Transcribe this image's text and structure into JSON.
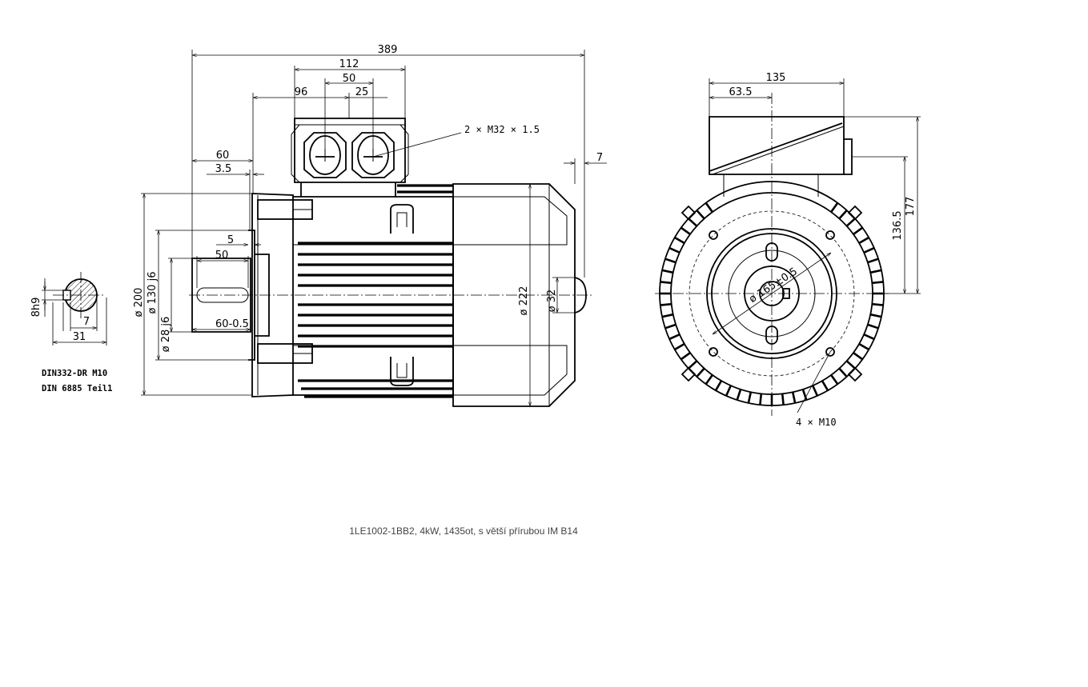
{
  "caption": "1LE1002-1BB2, 4kW, 1435ot, s větší přírubou IM B14",
  "dimensions": {
    "overall_length": "389",
    "terminal_box_width": "112",
    "gland_spacing": "50",
    "gland_offset": "25",
    "box_position": "96",
    "shaft_length": "60",
    "flange_thickness": "3.5",
    "spigot": "5",
    "key_length": "50",
    "shaft_tol": "60-0.5",
    "rear_cap": "7",
    "flange_dia": "ø 200",
    "spigot_dia": "ø 130 j6",
    "shaft_dia": "ø 28 j6",
    "body_dia": "ø 222",
    "cap_dia": "ø 32",
    "end_width": "135",
    "end_half": "63.5",
    "centre_height": "136.5",
    "box_height": "177",
    "pcd": "ø 165±0.5"
  },
  "callouts": {
    "cable_glands": "2 × M32 × 1.5",
    "mounting_holes": "4 × M10"
  },
  "shaft_section": {
    "key_width": "8h9",
    "key_depth": "7",
    "shaft_height": "31",
    "note_line1": "DIN332-DR M10",
    "note_line2": "DIN 6885 Teil1"
  }
}
